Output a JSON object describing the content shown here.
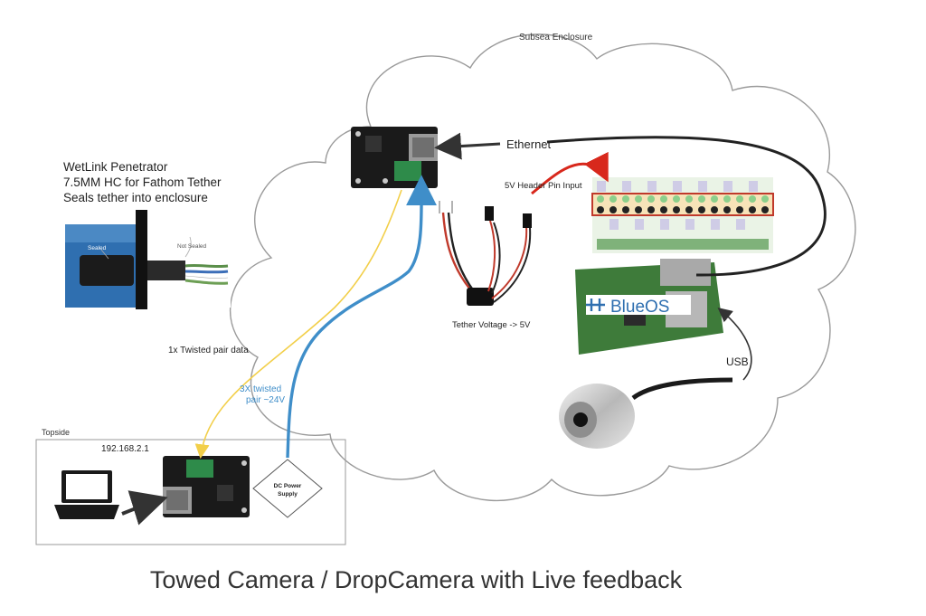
{
  "diagram": {
    "title": "Towed Camera / DropCamera with Live feedback",
    "subsea_enclosure_label": "Subsea Enclosure",
    "topside_label": "Topside",
    "ip_address": "192.168.2.1",
    "penetrator": {
      "lines": [
        "WetLink Penetrator",
        "7.5MM HC for Fathom Tether",
        "Seals tether into enclosure"
      ],
      "sealed_label": "Sealed",
      "not_sealed_label": "Not Sealed"
    },
    "links": {
      "ethernet": "Ethernet",
      "header_pin": "5V Header Pin Input",
      "tether_voltage": "Tether Voltage -> 5V",
      "twisted_pair_data": "1x Twisted pair data",
      "twisted_3x_line1": "3X twisted",
      "twisted_3x_line2": "pair ~24V",
      "usb": "USB"
    },
    "power_supply": {
      "line1": "DC Power",
      "line2": "Supply"
    },
    "blueos_label": "BlueOS",
    "colors": {
      "data_wire": "#f2cf4a",
      "power_wire": "#3f8ec9",
      "red_arrow": "#d8281c",
      "cable_black": "#222222",
      "usb_arrow": "#333333",
      "pcb": "#1a1a1a",
      "pi_board": "#3e7b3a",
      "water": "#2f6fb0"
    }
  }
}
